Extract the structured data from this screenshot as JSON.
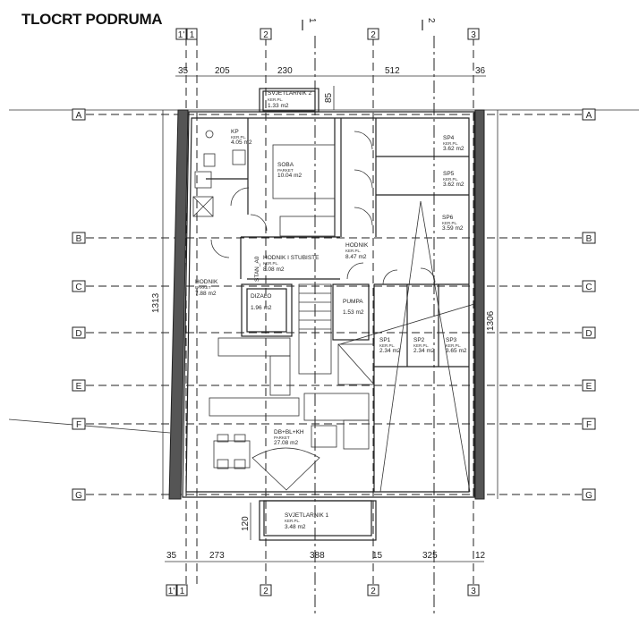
{
  "title": "TLOCRT PODRUMA",
  "grid_columns": {
    "c1p": "1'",
    "c1": "1",
    "c2a": "2",
    "c2b": "2",
    "c3": "3"
  },
  "grid_rows": [
    "A",
    "B",
    "C",
    "D",
    "E",
    "F",
    "G"
  ],
  "section_marks": {
    "s1": "1",
    "s2": "2"
  },
  "dims_top": [
    "35",
    "205",
    "230",
    "512",
    "36"
  ],
  "dims_bottom": [
    "35",
    "273",
    "388",
    "15",
    "325",
    "12"
  ],
  "dims_vertical": {
    "left": "1313",
    "right": "1306",
    "svjetlarnik2": "85",
    "svjetlarnik1": "120"
  },
  "rooms": {
    "svjetlarnik2": {
      "name": "SVJETLARNIK 2",
      "floor": "KER.PL.",
      "area": "1.33 m2"
    },
    "kp": {
      "name": "KP",
      "floor": "KER.PL.",
      "area": "4.05 m2"
    },
    "soba": {
      "name": "SOBA",
      "floor": "PARKET",
      "area": "10.04 m2"
    },
    "sp4": {
      "name": "SP4",
      "floor": "KER.PL.",
      "area": "3.62 m2"
    },
    "sp5": {
      "name": "SP5",
      "floor": "KER.PL.",
      "area": "3.62 m2"
    },
    "sp6": {
      "name": "SP6",
      "floor": "KER.PL.",
      "area": "3.59 m2"
    },
    "hodnik_stubiste": {
      "name": "HODNIK I STUBISTE",
      "floor": "KER.PL.",
      "area": "8.08 m2"
    },
    "stan": {
      "name": "STAN_A0"
    },
    "hodnik_r": {
      "name": "HODNIK",
      "floor": "KER.PL.",
      "area": "8.47 m2"
    },
    "hodnik_l": {
      "name": "HODNIK",
      "floor": "PARKET",
      "area": "7.88 m2"
    },
    "dizalo": {
      "name": "DIZALO",
      "area": "1.96 m2"
    },
    "pumpa": {
      "name": "PUMPA",
      "area": "1.53 m2"
    },
    "sp1": {
      "name": "SP1",
      "floor": "KER.PL.",
      "area": "2.34 m2"
    },
    "sp2": {
      "name": "SP2",
      "floor": "KER.PL.",
      "area": "2.34 m2"
    },
    "sp3": {
      "name": "SP3",
      "floor": "KER.PL.",
      "area": "3.65 m2"
    },
    "dnevni": {
      "name": "DB+BL+KH",
      "floor": "PARKET",
      "area": "27.08 m2"
    },
    "svjetlarnik1": {
      "name": "SVJETLARNIK 1",
      "floor": "KER.PL.",
      "area": "3.48 m2"
    }
  }
}
